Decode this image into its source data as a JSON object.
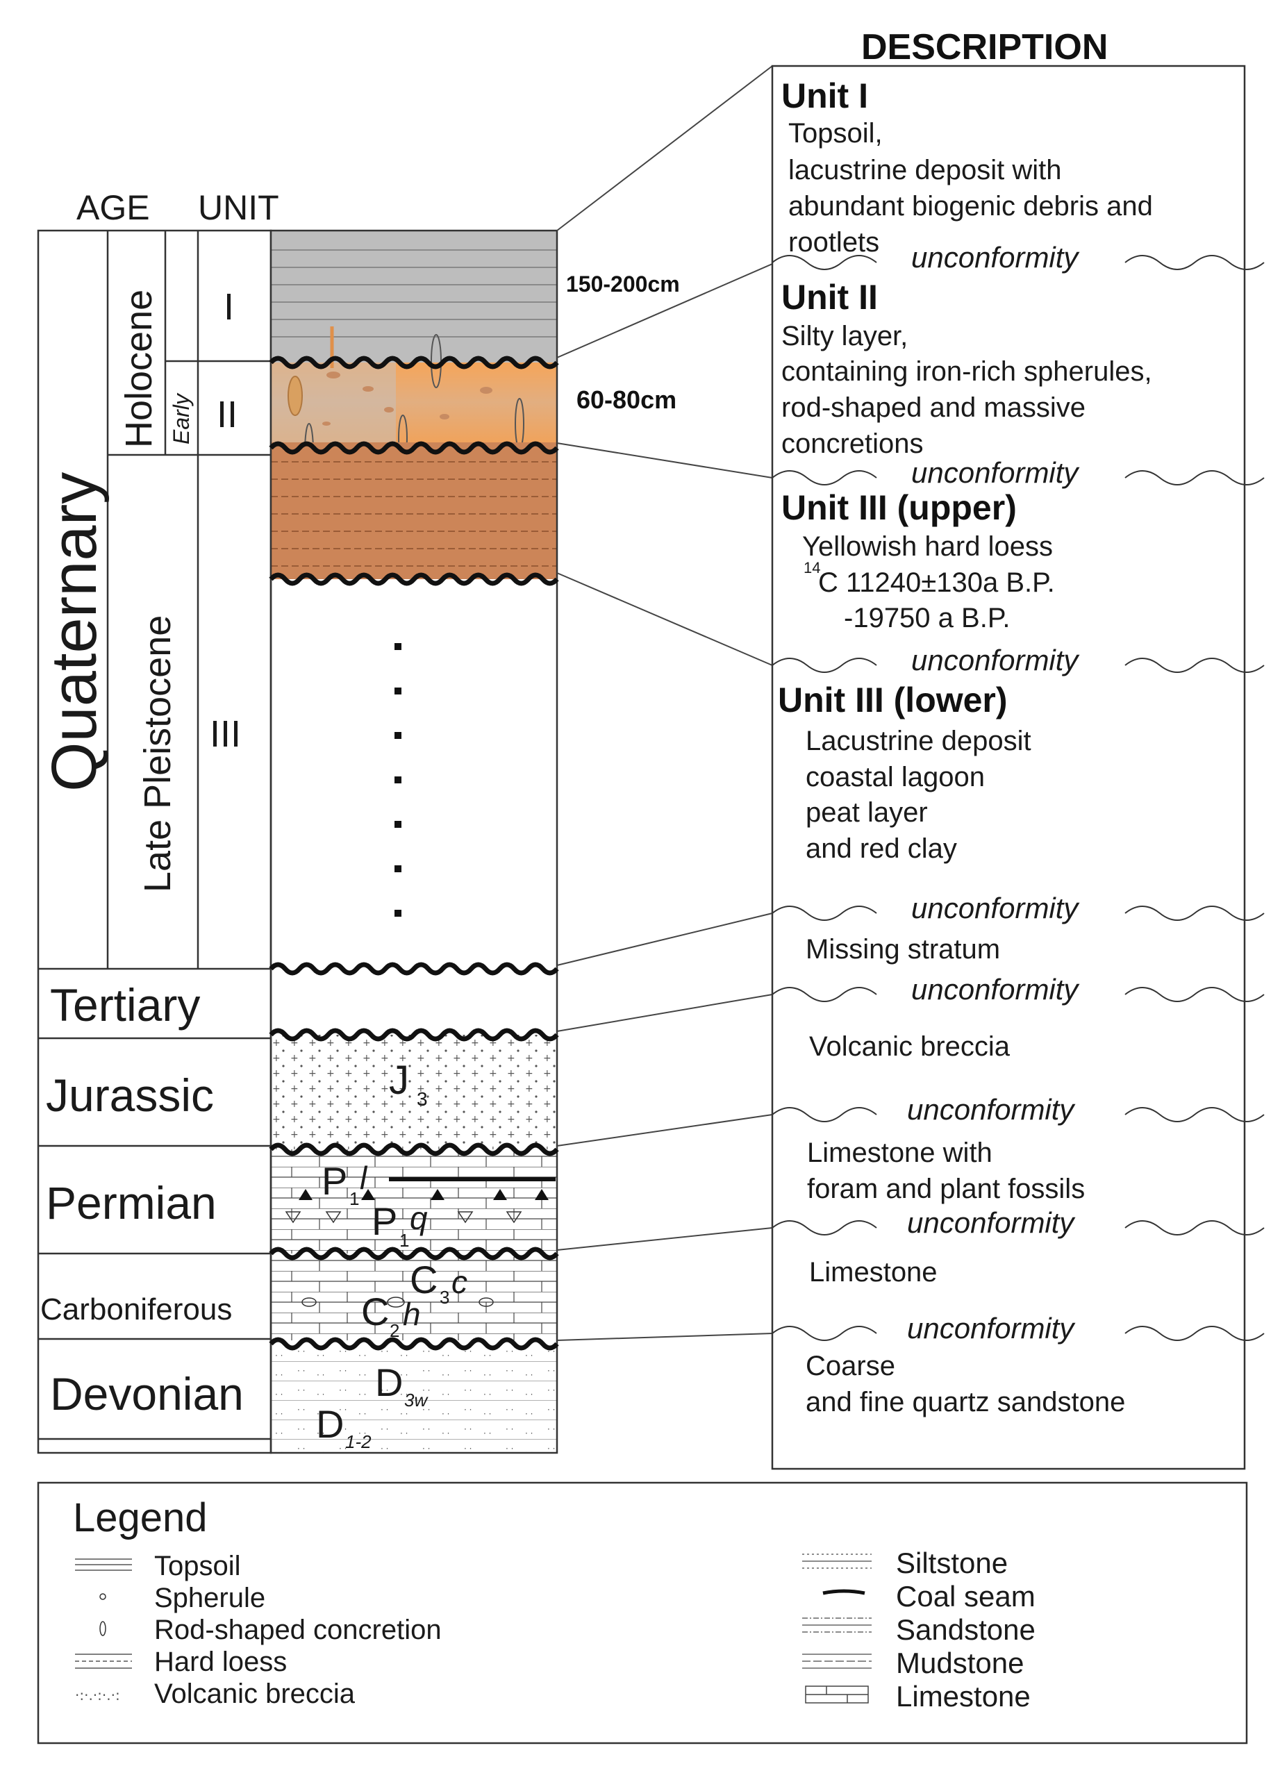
{
  "headers": {
    "age": "AGE",
    "unit": "UNIT",
    "description": "DESCRIPTION"
  },
  "ages": {
    "quaternary": "Quaternary",
    "holocene": "Holocene",
    "early": "Early",
    "late_pleistocene": "Late Pleistocene",
    "tertiary": "Tertiary",
    "jurassic": "Jurassic",
    "permian": "Permian",
    "carboniferous": "Carboniferous",
    "devonian": "Devonian"
  },
  "units": {
    "i": "I",
    "ii": "II",
    "iii": "III"
  },
  "thickness": {
    "unit1": "150-200cm",
    "unit2": "60-80cm"
  },
  "formations": {
    "j3": {
      "main": "J",
      "sub": "3"
    },
    "p1l": {
      "main": "P",
      "sub": "1",
      "sup": "l"
    },
    "p1q": {
      "main": "P",
      "sub": "1",
      "sup": "q"
    },
    "c3c": {
      "main": "C",
      "sub": "3",
      "sup": "c"
    },
    "c2h": {
      "main": "C",
      "sub": "2",
      "sup": "h"
    },
    "d3w": {
      "main": "D",
      "sub": "3w"
    },
    "d12": {
      "main": "D",
      "sub": "1-2"
    }
  },
  "description": {
    "unit1": {
      "title": "Unit I",
      "lines": [
        "Topsoil,",
        "lacustrine  deposit with",
        "abundant biogenic debris and",
        "rootlets"
      ]
    },
    "unit2": {
      "title": "Unit II",
      "lines": [
        "Silty layer,",
        "containing iron-rich spherules,",
        "rod-shaped and massive",
        "concretions"
      ]
    },
    "unit3_upper": {
      "title": "Unit III (upper)",
      "lines": [
        "Yellowish hard loess",
        "C  11240±130a B.P.",
        "-19750 a B.P."
      ],
      "isotope": "14"
    },
    "unit3_lower": {
      "title": "Unit III (lower)",
      "lines": [
        "Lacustrine deposit",
        "coastal lagoon",
        "peat layer",
        "and red clay"
      ]
    },
    "missing": "Missing stratum",
    "volcanic": "Volcanic breccia",
    "limestone_fossils": [
      "Limestone with",
      "foram and plant fossils"
    ],
    "limestone": "Limestone",
    "sandstone": [
      "Coarse",
      "and fine quartz sandstone"
    ],
    "unconformity": "unconformity"
  },
  "legend": {
    "title": "Legend",
    "items_left": [
      "Topsoil",
      "Spherule",
      "Rod-shaped concretion",
      "Hard loess",
      "Volcanic breccia"
    ],
    "items_right": [
      "Siltstone",
      "Coal seam",
      "Sandstone",
      "Mudstone",
      "Limestone"
    ]
  },
  "colors": {
    "topsoil": "#bdbdbd",
    "silty_orange": "#f0a35c",
    "loess_brown": "#cc8558",
    "line": "#333333"
  }
}
